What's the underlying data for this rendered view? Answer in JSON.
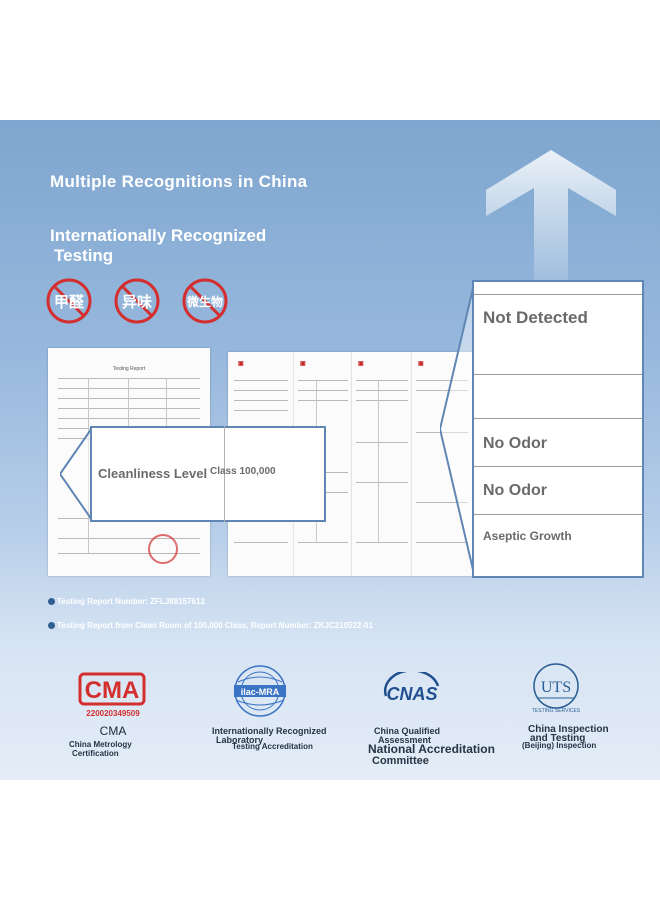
{
  "banner": {
    "heading_1": "Multiple Recognitions in China",
    "heading_2_line1": "Internationally Recognized",
    "heading_2_line2": "Testing"
  },
  "badges": [
    {
      "label": "甲醛",
      "name": "formaldehyde-badge"
    },
    {
      "label": "异味",
      "name": "odor-badge"
    },
    {
      "label": "微生物",
      "name": "microbe-badge"
    }
  ],
  "badge_color": "#d32f2f",
  "report_doc": {
    "title": "Testing Report"
  },
  "cleanliness": {
    "label": "Cleanliness Level",
    "value": "Class 100,000"
  },
  "results_panel": {
    "rows": [
      "Not Detected",
      "No Odor",
      "No Odor",
      "Aseptic Growth"
    ]
  },
  "references": {
    "ref_1": "Testing Report Number: ZFLJ88157612",
    "ref_2": "Testing Report from Clean Room of 100,000 Class, Report Number: ZKJC210522-01"
  },
  "certifications": {
    "cma": {
      "logo_text": "CMA",
      "number": "220020349509",
      "name": "CMA",
      "desc_line1": "China Metrology",
      "desc_line2": "Certification"
    },
    "ilac": {
      "logo_text": "ilac-MRA",
      "desc_line1": "Internationally Recognized",
      "desc_line2": "Laboratory",
      "desc_line3": "Testing Accreditation"
    },
    "cnas": {
      "logo_text": "CNAS",
      "desc_line1": "China Qualified",
      "desc_line2": "Assessment",
      "desc_line3": "National Accreditation",
      "desc_line4": "Committee"
    },
    "uts": {
      "logo_text": "UTS",
      "ring_text": "TESTING SERVICES",
      "desc_line1": "China Inspection",
      "desc_line2": "and Testing",
      "desc_line3": "(Beijing) Inspection"
    }
  },
  "colors": {
    "banner_top": "#7ea6cf",
    "banner_bottom": "#e4edf7",
    "callout_border": "#5f86b4",
    "cma_red": "#d32f2f",
    "cnas_blue": "#1f4f8f",
    "ilac_blue": "#3a74c4"
  }
}
